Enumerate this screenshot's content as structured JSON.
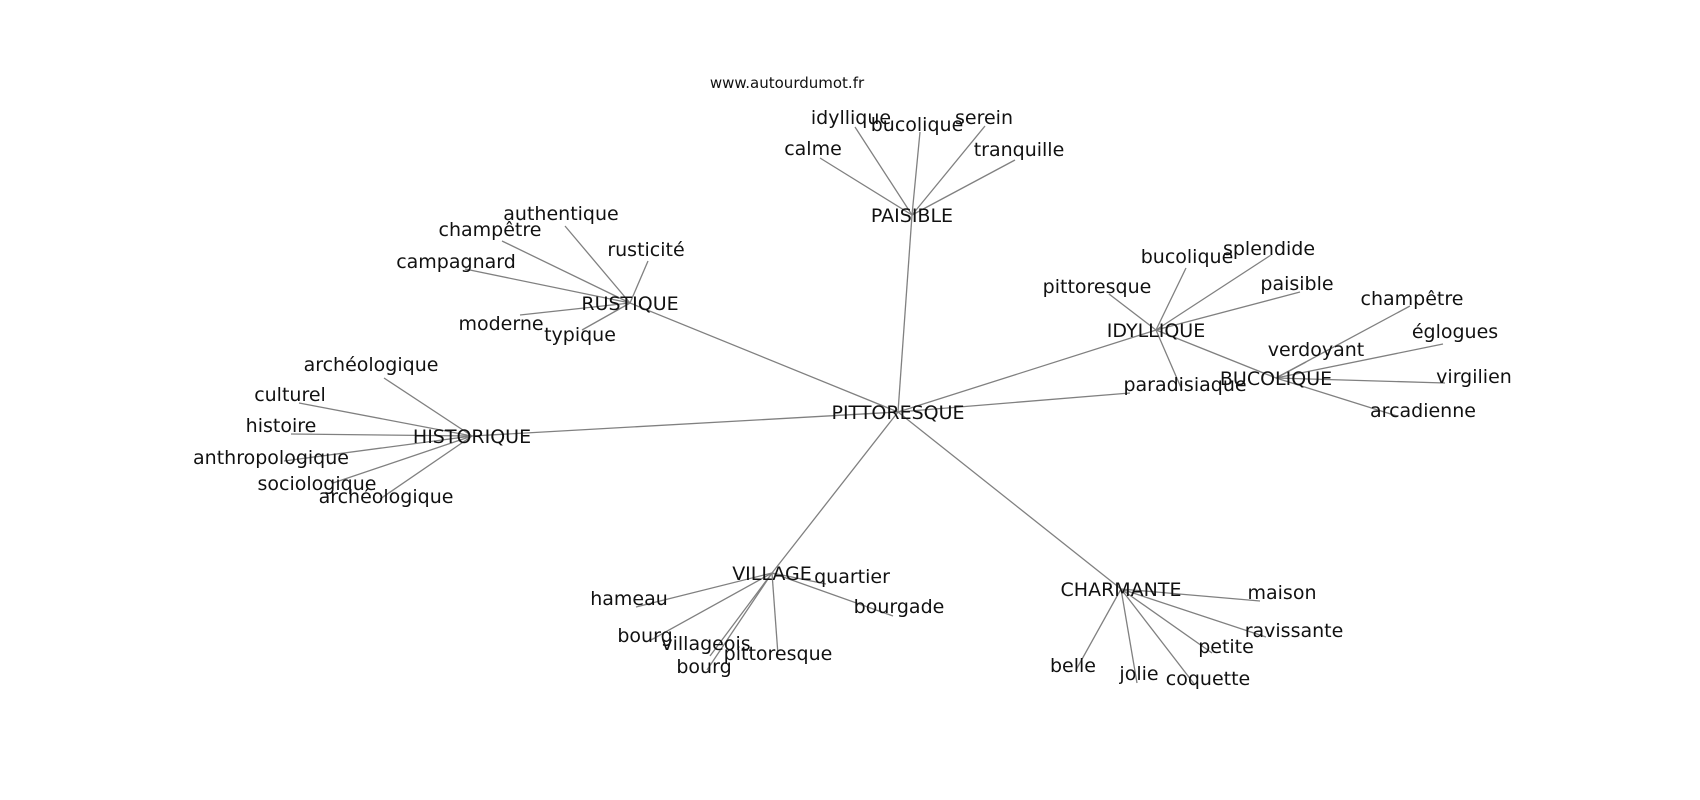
{
  "site": "www.autourdumot.fr",
  "root": {
    "id": "pittoresque",
    "label": "PITTORESQUE"
  },
  "hubs": [
    {
      "id": "paisible",
      "label": "PAISIBLE",
      "children": [
        "calme",
        "idyllique",
        "bucolique",
        "serein",
        "tranquille"
      ]
    },
    {
      "id": "rustique",
      "label": "RUSTIQUE",
      "children": [
        "authentique",
        "champêtre",
        "campagnard",
        "rusticité",
        "moderne",
        "typique"
      ]
    },
    {
      "id": "idyllique",
      "label": "IDYLLIQUE",
      "children": [
        "bucolique",
        "splendide",
        "pittoresque",
        "paisible",
        "paradisiaque"
      ]
    },
    {
      "id": "bucolique",
      "label": "BUCOLIQUE",
      "children": [
        "champêtre",
        "églogues",
        "verdoyant",
        "virgilien",
        "arcadienne"
      ]
    },
    {
      "id": "historique",
      "label": "HISTORIQUE",
      "children": [
        "archéologique",
        "culturel",
        "histoire",
        "anthropologique",
        "sociologique",
        "archéologique"
      ]
    },
    {
      "id": "village",
      "label": "VILLAGE",
      "children": [
        "hameau",
        "quartier",
        "bourgade",
        "bourg",
        "villageois",
        "pittoresque",
        "bourg"
      ]
    },
    {
      "id": "charmante",
      "label": "CHARMANTE",
      "children": [
        "maison",
        "ravissante",
        "petite",
        "coquette",
        "jolie",
        "belle"
      ]
    }
  ]
}
